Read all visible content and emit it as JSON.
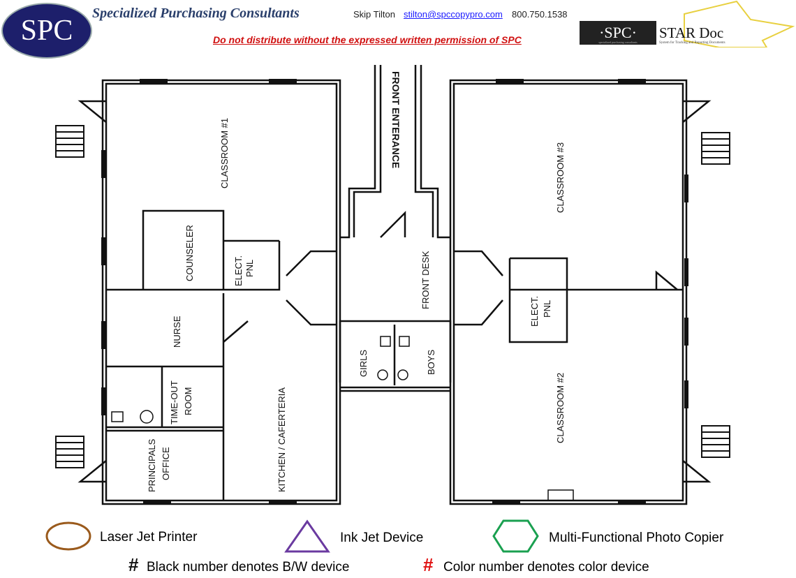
{
  "header": {
    "logo_text": "SPC",
    "company": "Specialized Purchasing Consultants",
    "contact_name": "Skip Tilton",
    "email": "stilton@spccopypro.com",
    "phone": "800.750.1538",
    "warning": "Do not distribute without the expressed written permission of SPC",
    "stardoc": {
      "spc": "·SPC·",
      "title": "STAR Doc",
      "tagline": "specialized purchasing consultants",
      "subtitle": "System for Tracking and Reporting Documents"
    }
  },
  "rooms": {
    "classroom1": "CLASSROOM #1",
    "classroom2": "CLASSROOM #2",
    "classroom3": "CLASSROOM #3",
    "front_entrance": "FRONT ENTERANCE",
    "front_desk": "FRONT DESK",
    "counseler": "COUNSELER",
    "elect_left_1": "ELECT.",
    "elect_left_2": "PNL",
    "elect_right_1": "ELECT.",
    "elect_right_2": "PNL",
    "nurse": "NURSE",
    "timeout_1": "TIME-OUT",
    "timeout_2": "ROOM",
    "principal_1": "PRINCIPALS",
    "principal_2": "OFFICE",
    "kitchen": "KITCHEN / CAFERTERIA",
    "girls": "GIRLS",
    "boys": "BOYS"
  },
  "legend": {
    "laser": {
      "label": "Laser Jet Printer",
      "color": "#9a5a1c",
      "icon": "circle"
    },
    "inkjet": {
      "label": "Ink Jet Device",
      "color": "#6a3aa0",
      "icon": "triangle"
    },
    "mfp": {
      "label": "Multi-Functional Photo Copier",
      "color": "#1aa050",
      "icon": "hexagon"
    },
    "bw_symbol": "#",
    "bw_label": "Black number denotes B/W device",
    "color_symbol": "#",
    "color_label": "Color number denotes color device",
    "color_symbol_color": "#e01010"
  }
}
